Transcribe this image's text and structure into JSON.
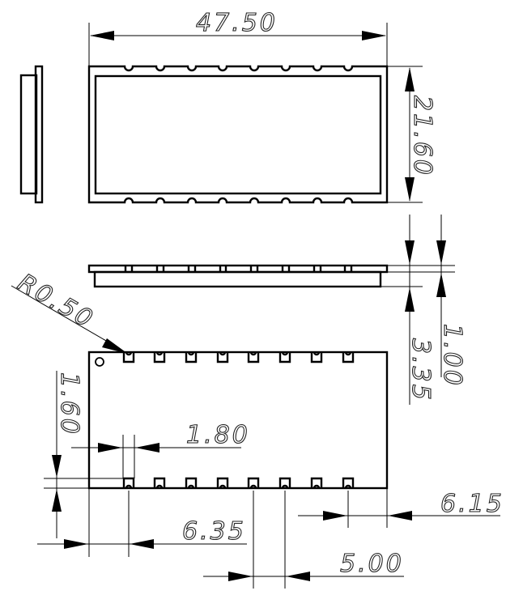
{
  "drawing": {
    "type": "mechanical-dimension-drawing",
    "units": "mm",
    "line_color": "#000000",
    "background": "#ffffff",
    "views": [
      "side-view",
      "top-view",
      "front-view",
      "bottom-footprint-view"
    ],
    "pin_count_per_side": 8,
    "dimensions": {
      "overall_length": "47.50",
      "overall_width": "21.60",
      "pcb_thickness": "1.00",
      "overall_height": "3.35",
      "castellation_radius": "R0.50",
      "pad_length": "1.60",
      "pad_width": "1.80",
      "first_pin_offset": "6.35",
      "pin_pitch_span": "5.00",
      "last_pin_offset": "6.15"
    }
  }
}
